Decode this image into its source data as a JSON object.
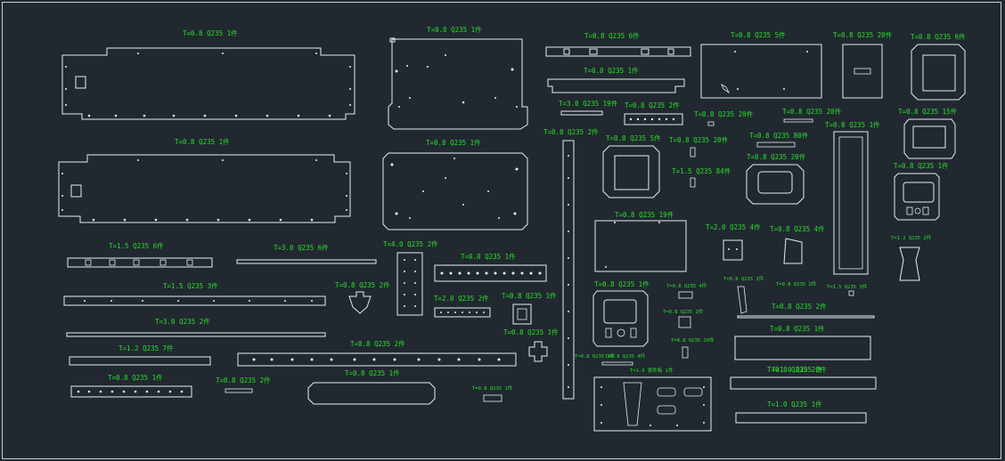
{
  "canvas": {
    "background": "#212830",
    "line_color": "#e8ecf0",
    "label_color": "#28e028"
  },
  "labels": [
    "T=0.8 Q235 1件",
    "T=0.8 Q235 1件",
    "T=0.8 Q235 6件",
    "T=0.8 Q235 1件",
    "T=0.8 Q235 5件",
    "T=0.8 Q235 20件",
    "T=0.8 Q235 6件",
    "T=3.0 Q235 19件",
    "T=0.8 Q235 2件",
    "T=0.8 Q235 20件",
    "T=0.8 Q235 20件",
    "T=0.8 Q235 15件",
    "T=0.8 Q235 1件",
    "T=0.8 Q235 1件",
    "T=0.8 Q235 2件",
    "T=0.8 Q235 5件",
    "T=0.8 Q235 20件",
    "T=0.8 Q235 80件",
    "T=0.8 Q235 1件",
    "T=0.8 Q235 20件",
    "T=0.8 Q235 1件",
    "T=1.5 Q235 84件",
    "T=0.8 Q235 19件",
    "T=2.0 Q235 4件",
    "T=0.8 Q235 4件",
    "T=1.2 Q235 2件",
    "T=1.5 Q235 6件",
    "T=3.0 Q235 6件",
    "T=4.0 Q235 2件",
    "T=0.8 Q235 1件",
    "T=1.5 Q235 3件",
    "T=0.8 Q235 2件",
    "T=2.0 Q235 2件",
    "T=0.8 Q235 1件",
    "T=0.8 Q235 1件",
    "T=0.8 Q235 4件",
    "T=0.8 Q235 2件",
    "T=0.8 Q235 2件",
    "T=1.5 Q235 3件",
    "T=0.8 Q235 2件",
    "T=3.0 Q235 2件",
    "T=0.8 Q235 2件",
    "T=0.8 Q235 1件",
    "T=0.8 Q235 1件",
    "T=0.8 Q235 2件",
    "T=0.8 Q235 20件",
    "T=0.8 Q235 1件",
    "T=1.2 Q235 7件",
    "T=0.8 Q235 2件",
    "T=0.8 Q235 4件",
    "T=1.0 Q235 2件",
    "T=0.8 Q235 1件",
    "T=0.8 Q235 2件",
    "T=0.8 Q235 1件",
    "T=1.0 铁件板 1件",
    "T=0.8 Q235 2件",
    "T=1.0 Q235 1件"
  ]
}
